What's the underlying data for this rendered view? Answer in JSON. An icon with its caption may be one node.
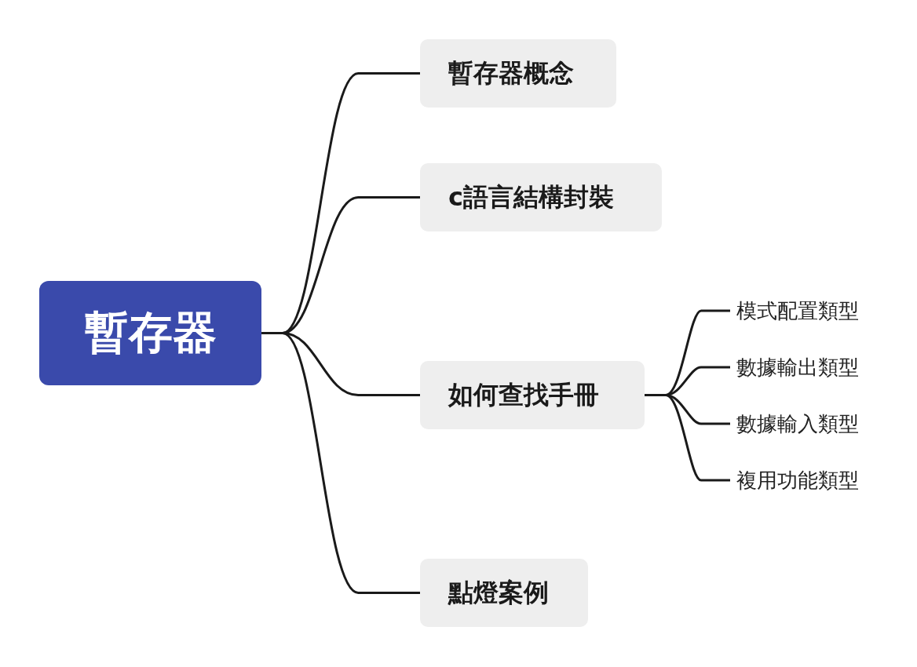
{
  "diagram": {
    "nodes": [
      {
        "text": [
          "暫存器"
        ]
      },
      {
        "text": [
          "暫存器概念"
        ]
      },
      {
        "text": [
          "c語言結構封裝"
        ]
      },
      {
        "text": [
          "如何查找手冊"
        ]
      },
      {
        "text": [
          "點燈案例"
        ]
      },
      {
        "text": [
          "模式配置類型"
        ]
      },
      {
        "text": [
          "數據輸出類型"
        ]
      },
      {
        "text": [
          "數據輸入類型"
        ]
      },
      {
        "text": [
          "複用功能類型"
        ]
      }
    ],
    "edges": [
      {
        "from": 0,
        "to": 1,
        "arrow": "none"
      },
      {
        "from": 0,
        "to": 2,
        "arrow": "none"
      },
      {
        "from": 0,
        "to": 3,
        "arrow": "none"
      },
      {
        "from": 0,
        "to": 4,
        "arrow": "none"
      },
      {
        "from": 3,
        "to": 5,
        "arrow": "none"
      },
      {
        "from": 3,
        "to": 6,
        "arrow": "none"
      },
      {
        "from": 3,
        "to": 7,
        "arrow": "none"
      },
      {
        "from": 3,
        "to": 8,
        "arrow": "none"
      }
    ]
  }
}
